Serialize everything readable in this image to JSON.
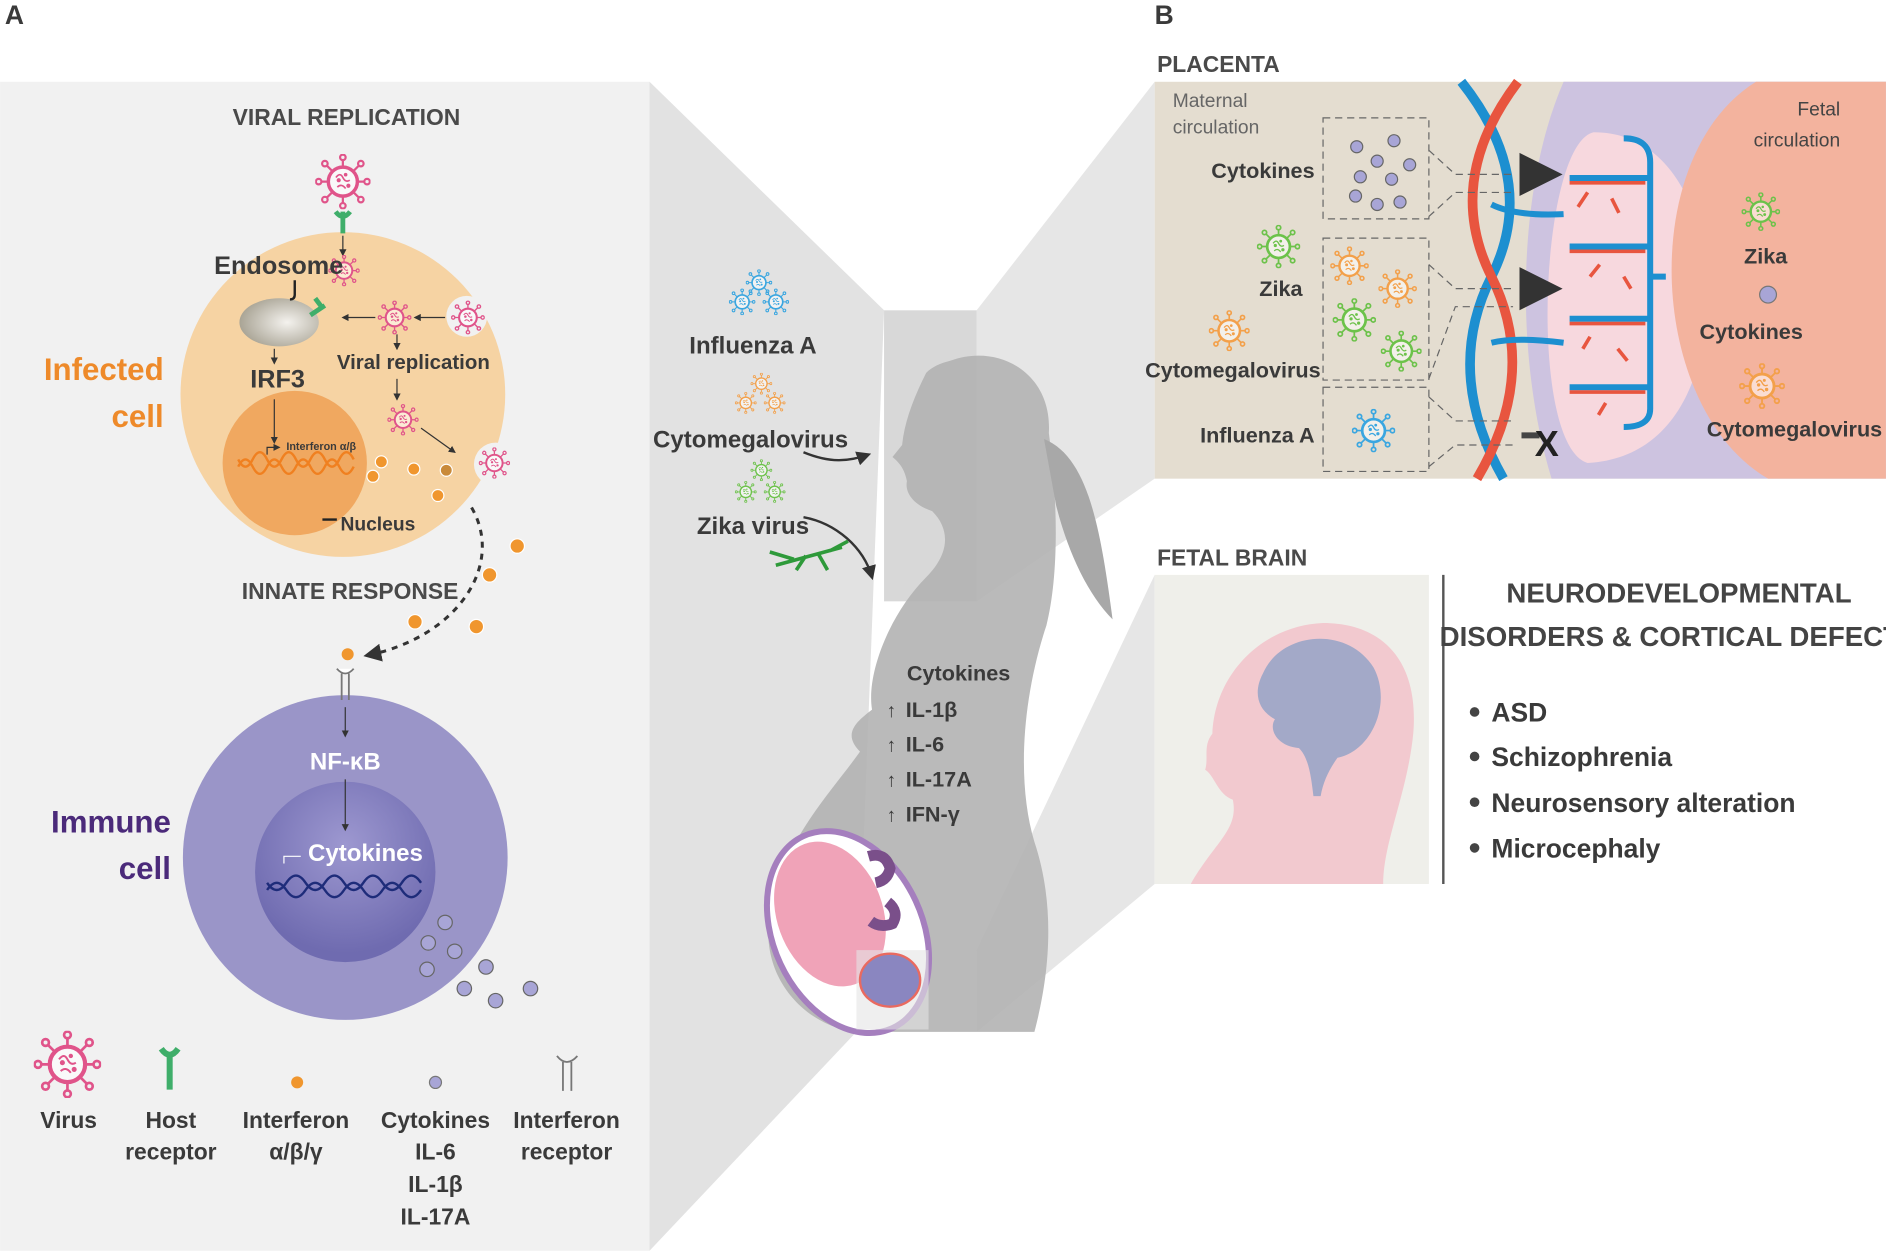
{
  "panel_labels": {
    "a": "A",
    "b": "B"
  },
  "panel_a": {
    "viral_replication_title": "VIRAL REPLICATION",
    "endosome": "Endosome",
    "irf3": "IRF3",
    "viral_replication": "Viral replication",
    "infected_cell": [
      "Infected",
      "cell"
    ],
    "interferon_gene": "Interferon α/β",
    "nucleus": "Nucleus",
    "innate_response": "INNATE RESPONSE",
    "nfkb": "NF-κB",
    "immune_cell": [
      "Immune",
      "cell"
    ],
    "cytokines": "Cytokines",
    "legend": [
      {
        "icon": "virus-icon",
        "lines": [
          "Virus"
        ]
      },
      {
        "icon": "host-receptor-icon",
        "lines": [
          "Host",
          "receptor"
        ]
      },
      {
        "icon": "interferon-dot-icon",
        "lines": [
          "Interferon",
          "α/β/γ"
        ]
      },
      {
        "icon": "cytokine-dot-icon",
        "lines": [
          "Cytokines",
          "IL-6",
          "IL-1β",
          "IL-17A"
        ]
      },
      {
        "icon": "interferon-receptor-icon",
        "lines": [
          "Interferon",
          "receptor"
        ]
      }
    ]
  },
  "middle": {
    "viruses": [
      "Influenza A",
      "Cytomegalovirus",
      "Zika virus"
    ],
    "cytokines_title": "Cytokines",
    "cytokines": [
      "IL-1β",
      "IL-6",
      "IL-17A",
      "IFN-γ"
    ]
  },
  "placenta": {
    "title": "PLACENTA",
    "maternal": [
      "Maternal",
      "circulation"
    ],
    "maternal_labels": [
      "Cytokines",
      "Zika",
      "Cytomegalovirus",
      "Influenza A"
    ],
    "fetal": [
      "Fetal",
      "circulation"
    ],
    "fetal_labels": [
      "Zika",
      "Cytokines",
      "Cytomegalovirus"
    ],
    "blocked_mark": "X"
  },
  "fetal_brain": {
    "title": "FETAL BRAIN",
    "heading": [
      "NEURODEVELOPMENTAL",
      "DISORDERS & CORTICAL DEFECTS"
    ],
    "disorders": [
      "ASD",
      "Schizophrenia",
      "Neurosensory alteration",
      "Microcephaly"
    ]
  },
  "colors": {
    "virus_pink": "#e0548a",
    "interferon_orange": "#f0962e",
    "cytokine_purple": "#8f8cc6",
    "infected_cell": "#f6d3a3",
    "immune_cell": "#9a95c8",
    "immune_label": "#4b2a7a",
    "infected_label": "#ee8a2a",
    "zika_green": "#6cc24a",
    "cmv_orange": "#f3a04a",
    "influenza_blue": "#3aa6e0",
    "maternal_blood": "#e8553f",
    "fetal_blood": "#1d8fd0"
  }
}
